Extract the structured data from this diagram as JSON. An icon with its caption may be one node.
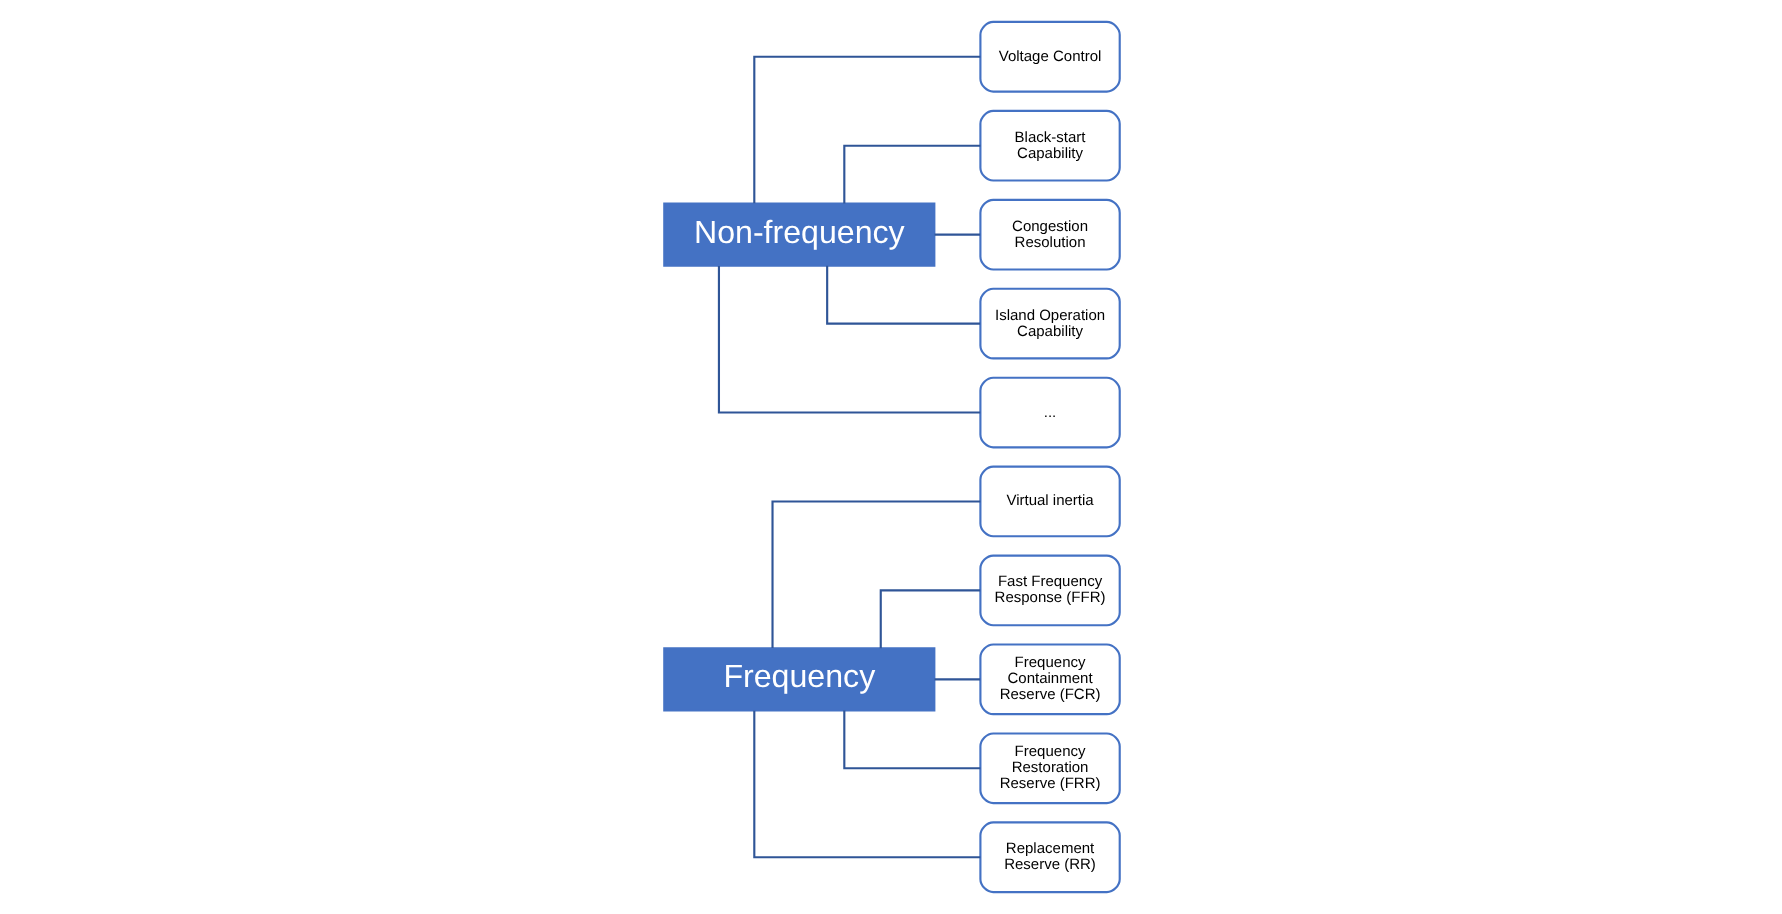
{
  "diagram": {
    "nodes": [
      {
        "text": [
          "Frequency"
        ]
      },
      {
        "text": [
          "Virtual inertia"
        ]
      },
      {
        "text": [
          "Fast Frequency Response (FFR)"
        ]
      },
      {
        "text": [
          "Frequency Containment Reserve (FCR)"
        ]
      },
      {
        "text": [
          "Frequency Restoration Reserve (FRR)"
        ]
      },
      {
        "text": [
          "Replacement Reserve (RR)"
        ]
      },
      {
        "text": [
          "Non-frequency"
        ]
      },
      {
        "text": [
          "Voltage Control"
        ]
      },
      {
        "text": [
          "Black-start Capability"
        ]
      },
      {
        "text": [
          "Congestion Resolution"
        ]
      },
      {
        "text": [
          "Island Operation Capability"
        ]
      },
      {
        "text": [
          "..."
        ]
      }
    ],
    "edges": [
      {
        "from": 0,
        "to": 1,
        "arrow": "none"
      },
      {
        "from": 0,
        "to": 2,
        "arrow": "none"
      },
      {
        "from": 0,
        "to": 3,
        "arrow": "none"
      },
      {
        "from": 0,
        "to": 4,
        "arrow": "none"
      },
      {
        "from": 0,
        "to": 5,
        "arrow": "none"
      },
      {
        "from": 6,
        "to": 7,
        "arrow": "none"
      },
      {
        "from": 6,
        "to": 8,
        "arrow": "none"
      },
      {
        "from": 6,
        "to": 9,
        "arrow": "none"
      },
      {
        "from": 6,
        "to": 10,
        "arrow": "none"
      },
      {
        "from": 6,
        "to": 11,
        "arrow": "none"
      }
    ]
  }
}
